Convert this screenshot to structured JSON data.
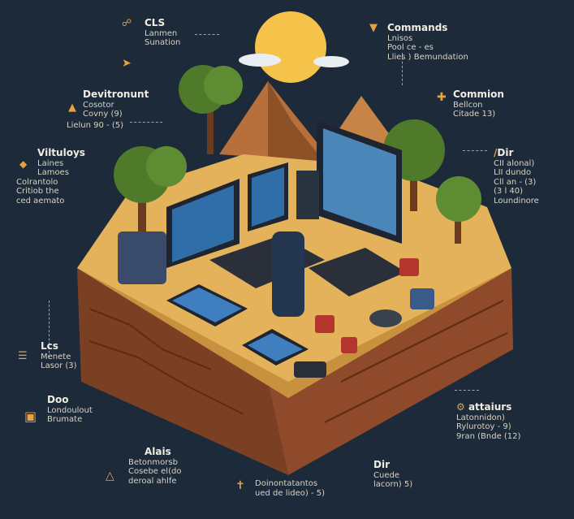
{
  "colors": {
    "background": "#1c2a3a",
    "sun": "#f6c34a",
    "soil_top": "#e3b25a",
    "rock": "#8a4a2c",
    "tree": "#4f7a2a",
    "screen": "#2f6ea8",
    "accent": "#e8a040"
  },
  "labels": {
    "cls": {
      "title": "CLS",
      "lines": [
        "Lanmen",
        "Sunation"
      ],
      "icon": "bird-icon"
    },
    "commands": {
      "title": "Commands",
      "lines": [
        "Lnisos",
        "Pool ce - es",
        "Llies ) Bemundation"
      ],
      "icon": "funnel-icon"
    },
    "devironunt": {
      "title": "Devitronunt",
      "lines": [
        "Cosotor",
        "Covny (9)",
        "Lielun 90 - (5)"
      ],
      "icon": "cone-icon"
    },
    "commion": {
      "title": "Commion",
      "lines": [
        "Bellcon",
        "Citade 13)"
      ],
      "icon": "bracket-icon"
    },
    "viltuloys": {
      "title": "Viltuloys",
      "lines": [
        "Laines",
        "Lamoes",
        "Colrantolo",
        "Critiob the",
        "ced aemato"
      ],
      "icon": "tag-icon"
    },
    "dir_right": {
      "title": "Dir",
      "lines": [
        "CII alonal)",
        "LII dundo",
        "Cll an - (3)",
        "(3 l 40)",
        "Loundinore"
      ],
      "icon": "slash-icon"
    },
    "lcs": {
      "title": "Lcs",
      "lines": [
        "Menete",
        "Lasor (3)"
      ],
      "icon": "list-icon"
    },
    "doo": {
      "title": "Doo",
      "lines": [
        "Londoulout",
        "Brumate"
      ],
      "icon": "box-icon"
    },
    "attairs": {
      "title": "attaiurs",
      "lines": [
        "Latonnidon)",
        "Rylurotoy - 9)",
        "9ran (Bnde (12)"
      ],
      "icon": "gear-icon"
    },
    "alais": {
      "title": "Alais",
      "lines": [
        "Betonmorsb",
        "Cosebe el(do",
        "deroal ahlfe"
      ],
      "icon": "bell-icon"
    },
    "dir_bottom": {
      "title": "Dir",
      "lines": [
        "Cuede",
        "lacorn) 5)"
      ],
      "icon": "none"
    },
    "domentations": {
      "title": "",
      "lines": [
        "Doinontatantos",
        "ued de lideo) - 5)"
      ],
      "icon": "pin-icon"
    }
  }
}
